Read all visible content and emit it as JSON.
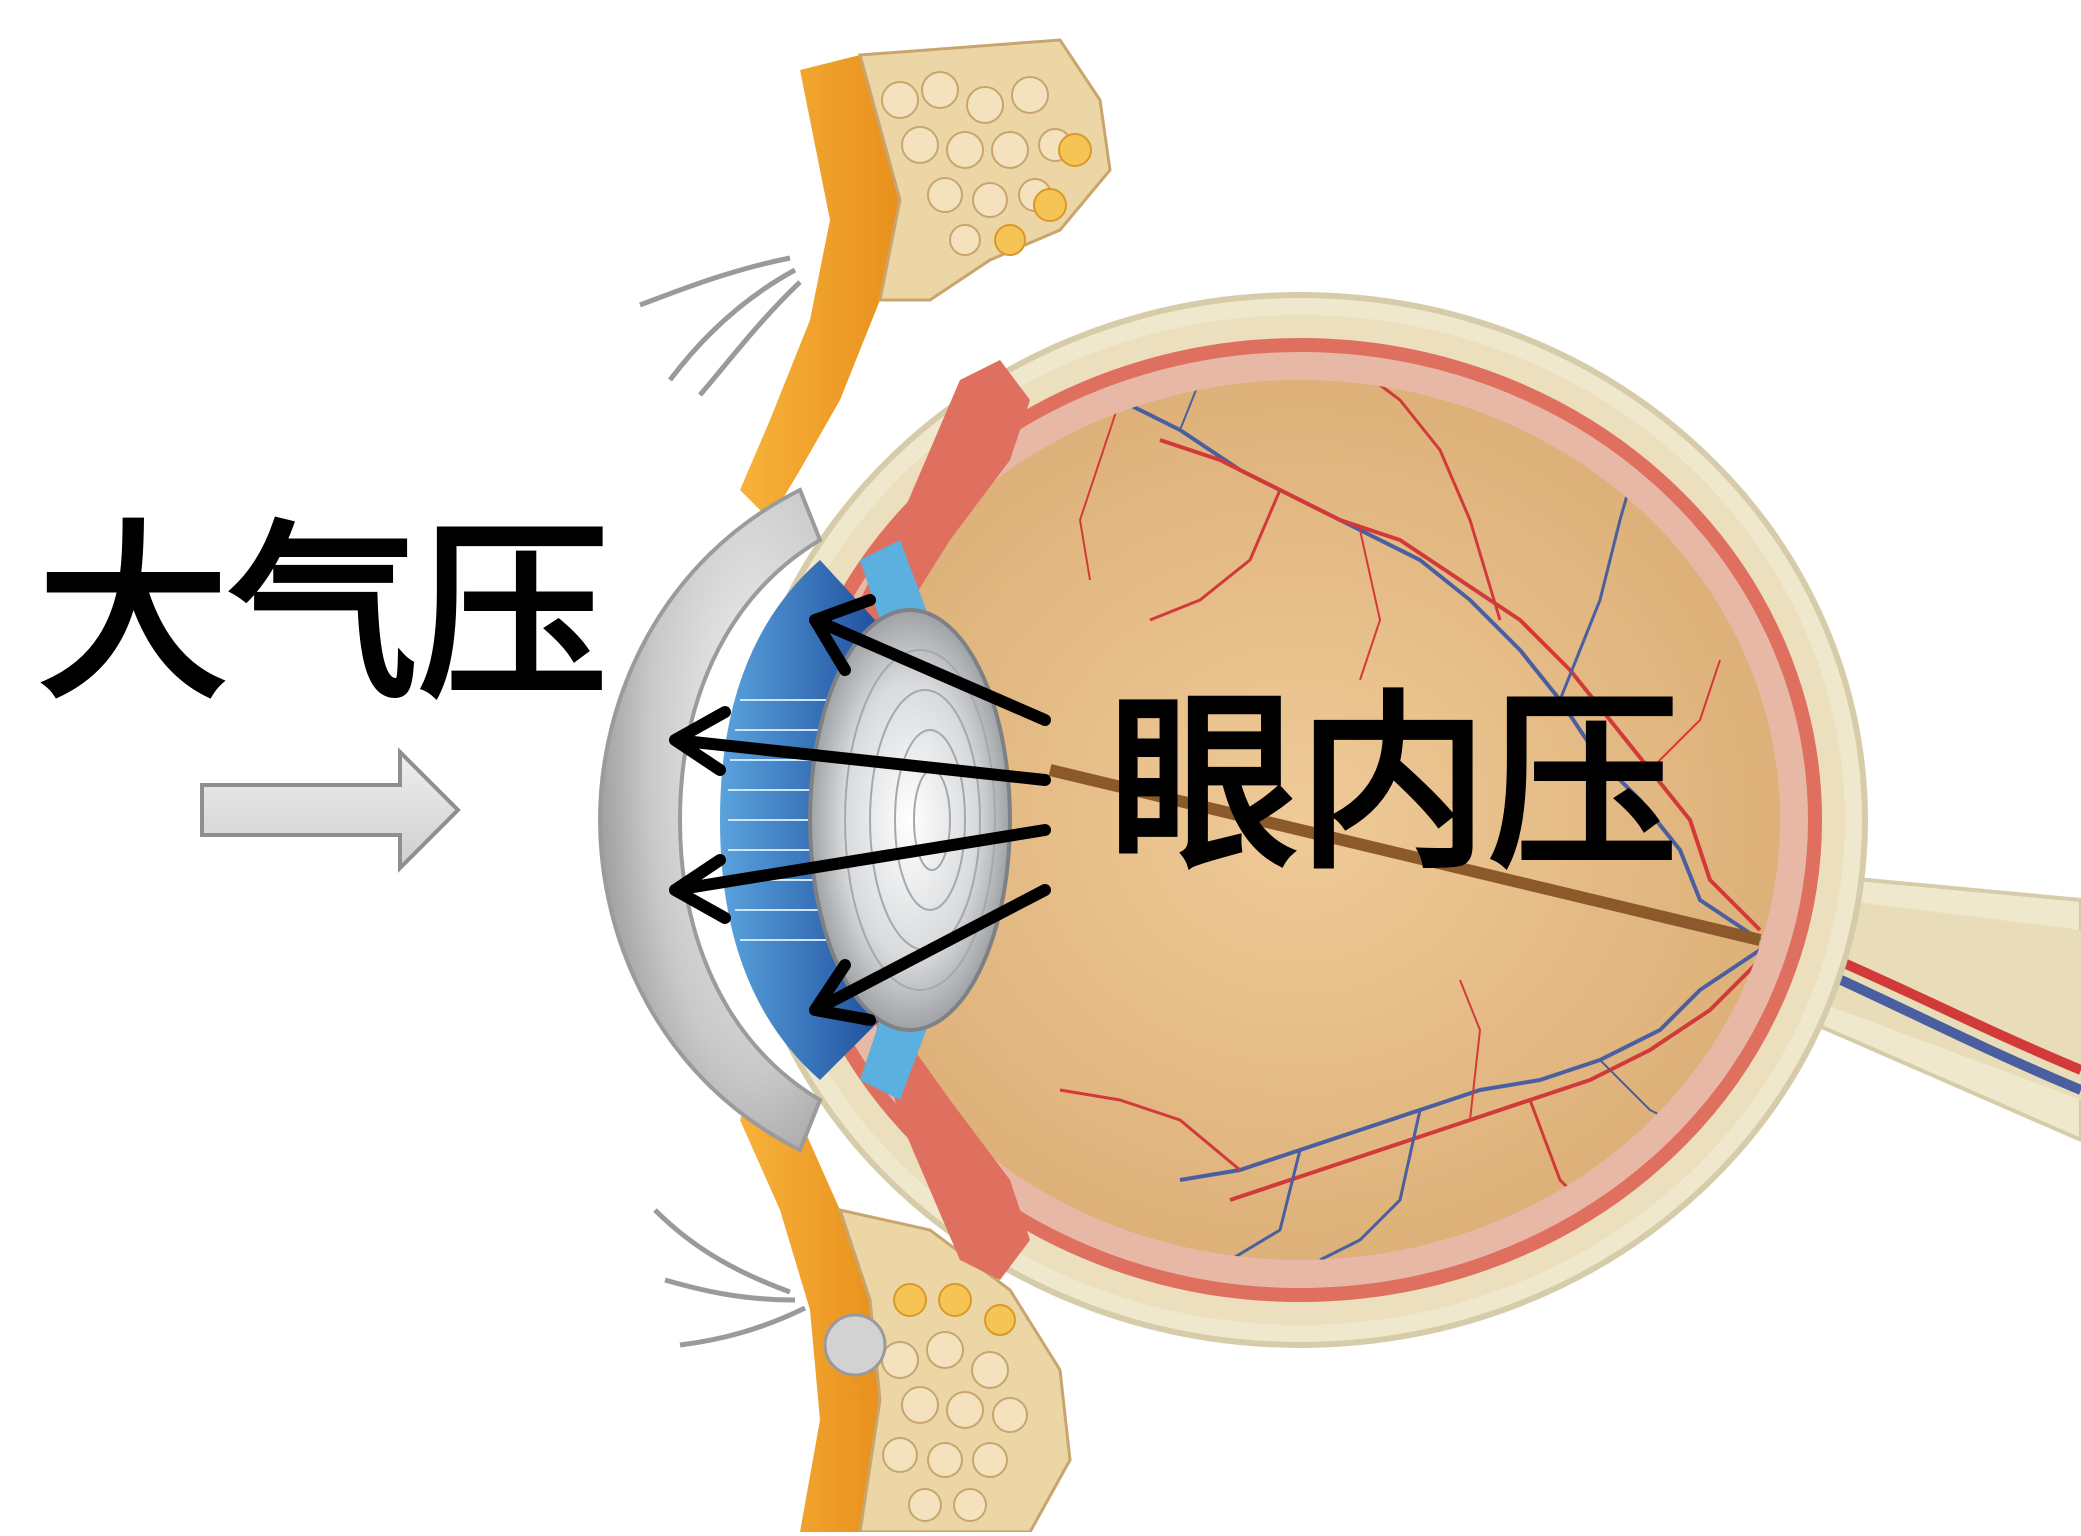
{
  "labels": {
    "atmospheric_pressure": "大气压",
    "intraocular_pressure": "眼内压"
  },
  "colors": {
    "background": "#ffffff",
    "bone_orange": "#f0a22c",
    "fat_tan": "#ecd6a6",
    "sclera_cream": "#efe8cc",
    "choroid_red": "#df6f5e",
    "vitreous_tan": "#e6c08c",
    "iris_blue": "#2d63b8",
    "lens_gray": "#cfd2d6",
    "artery_red": "#d23a3a",
    "vein_blue": "#4a5fa0",
    "pressure_arrow": "#000000",
    "incoming_arrow": "#d9d9d9"
  },
  "icons": {
    "incoming_pressure_arrow": "right-arrow-outline",
    "intraocular_arrows": "black-arrows-pointing-outward"
  }
}
